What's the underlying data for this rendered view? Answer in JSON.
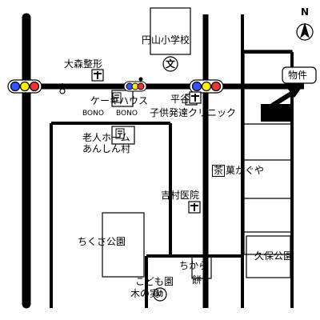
{
  "map": {
    "compass": {
      "letter": "N",
      "icon": "north-arrow-icon"
    },
    "destination": {
      "label": "物件",
      "icon": "property-block-icon"
    },
    "landmarks": {
      "school": "円山小学校",
      "school_symbol": "文",
      "omori_clinic": "大森整形",
      "cake_house": "ケーキハウス",
      "bono1": "BONO",
      "bono2": "BONO",
      "heiwa": "平谷",
      "kids_clinic": "子供発達クリニック",
      "elderly_home_1": "老人ホーム",
      "elderly_home_2": "あんしん村",
      "tea_shop_prefix": "茶",
      "tea_shop": "菓かぐや",
      "yoshimura_clinic": "吉村医院",
      "chikusa_park": "ちくさ公園",
      "kubo_park": "久保公園",
      "chikara_1": "ちから",
      "chikara_2": "餅",
      "kodomo_1": "こども園",
      "kodomo_2": "木の実",
      "kindergarten_symbol": "幼"
    },
    "icons": {
      "traffic_signal": "traffic-signal-icon",
      "hospital": "hospital-cross-icon",
      "post": "post-office-icon"
    },
    "colors": {
      "road": "#000000",
      "signal_blue": "#3355ff",
      "signal_yellow": "#ffee00",
      "signal_red": "#ee3333",
      "background": "#ffffff"
    }
  }
}
